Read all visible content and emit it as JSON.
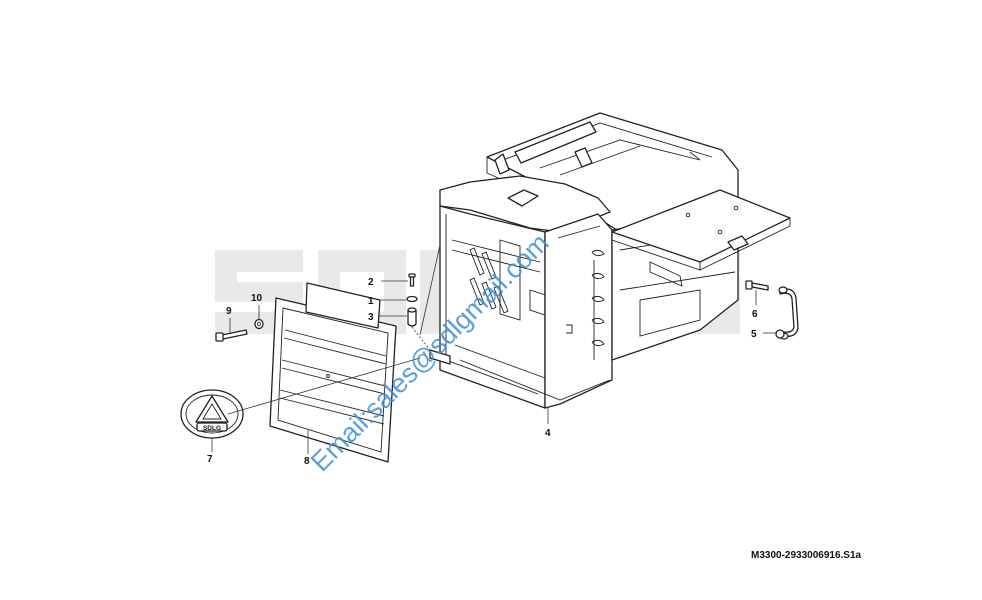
{
  "diagram": {
    "callouts": [
      {
        "id": "1",
        "label": "1"
      },
      {
        "id": "2",
        "label": "2"
      },
      {
        "id": "3",
        "label": "3"
      },
      {
        "id": "4",
        "label": "4"
      },
      {
        "id": "5",
        "label": "5"
      },
      {
        "id": "6",
        "label": "6"
      },
      {
        "id": "7",
        "label": "7"
      },
      {
        "id": "8",
        "label": "8"
      },
      {
        "id": "9",
        "label": "9"
      },
      {
        "id": "10",
        "label": "10"
      }
    ],
    "reference": "M3300-2933006916.S1a",
    "watermark_email": "Email:sales@sdlgmail.com",
    "badge_text": "SDLG",
    "colors": {
      "line": "#222222",
      "background_watermark": "#e9e9e9",
      "email_watermark": "#3f8fd6"
    }
  }
}
